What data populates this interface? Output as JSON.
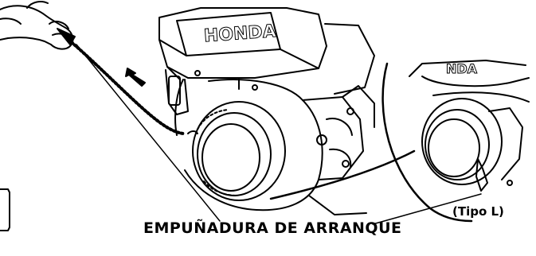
{
  "brand": "HONDA",
  "brand_inset": "NDA",
  "labels": {
    "starter_grip": "EMPUÑADURA DE ARRANQUE",
    "type_l": "(Tipo L)"
  },
  "colors": {
    "ink": "#000000",
    "paper": "#ffffff"
  },
  "icons": [
    "hand-icon",
    "pull-direction-arrow-icon"
  ]
}
